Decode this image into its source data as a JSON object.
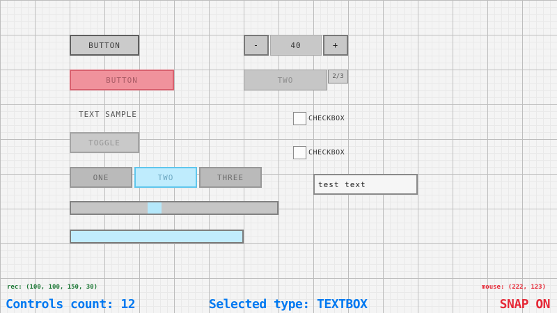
{
  "canvas": {
    "grid": {
      "background": "#f4f4f4",
      "minor_line": "#e9e9e9",
      "major_line": "#bdbdbd",
      "minor_step": 10,
      "major_step": 50
    }
  },
  "controls": {
    "button": {
      "label": "BUTTON"
    },
    "button_selected": {
      "label": "BUTTON"
    },
    "text_label": {
      "text": "TEXT SAMPLE"
    },
    "toggle": {
      "label": "TOGGLE"
    },
    "toggle_group": {
      "items": [
        {
          "label": "ONE",
          "active": false
        },
        {
          "label": "TWO",
          "active": true
        },
        {
          "label": "THREE",
          "active": false
        }
      ]
    },
    "spinner": {
      "decrement": "-",
      "value": "40",
      "increment": "+"
    },
    "combobox": {
      "selected": "TWO",
      "index": "2/3"
    },
    "checkbox_1": {
      "label": "CHECKBOX",
      "checked": false
    },
    "checkbox_2": {
      "label": "CHECKBOX",
      "checked": false
    },
    "textbox": {
      "value": "test text"
    },
    "slider": {
      "handle_color": "#b5e8fb"
    },
    "progressbar": {
      "fill_color": "#c1ecfd"
    }
  },
  "statusbar": {
    "rec": "rec: (100, 100, 150, 30)",
    "mouse": "mouse: (222, 123)",
    "controls_count": "Controls count: 12",
    "selected_type": "Selected type: TEXTBOX",
    "snap": "SNAP ON"
  },
  "colors": {
    "accent_blue": "#0079f1",
    "status_green": "#1f7a38",
    "status_red": "#e62937",
    "selected_fill": "#f0929c",
    "selected_border": "#d8606e",
    "focus_fill": "#bfecfd",
    "focus_border": "#5fc6ec"
  }
}
